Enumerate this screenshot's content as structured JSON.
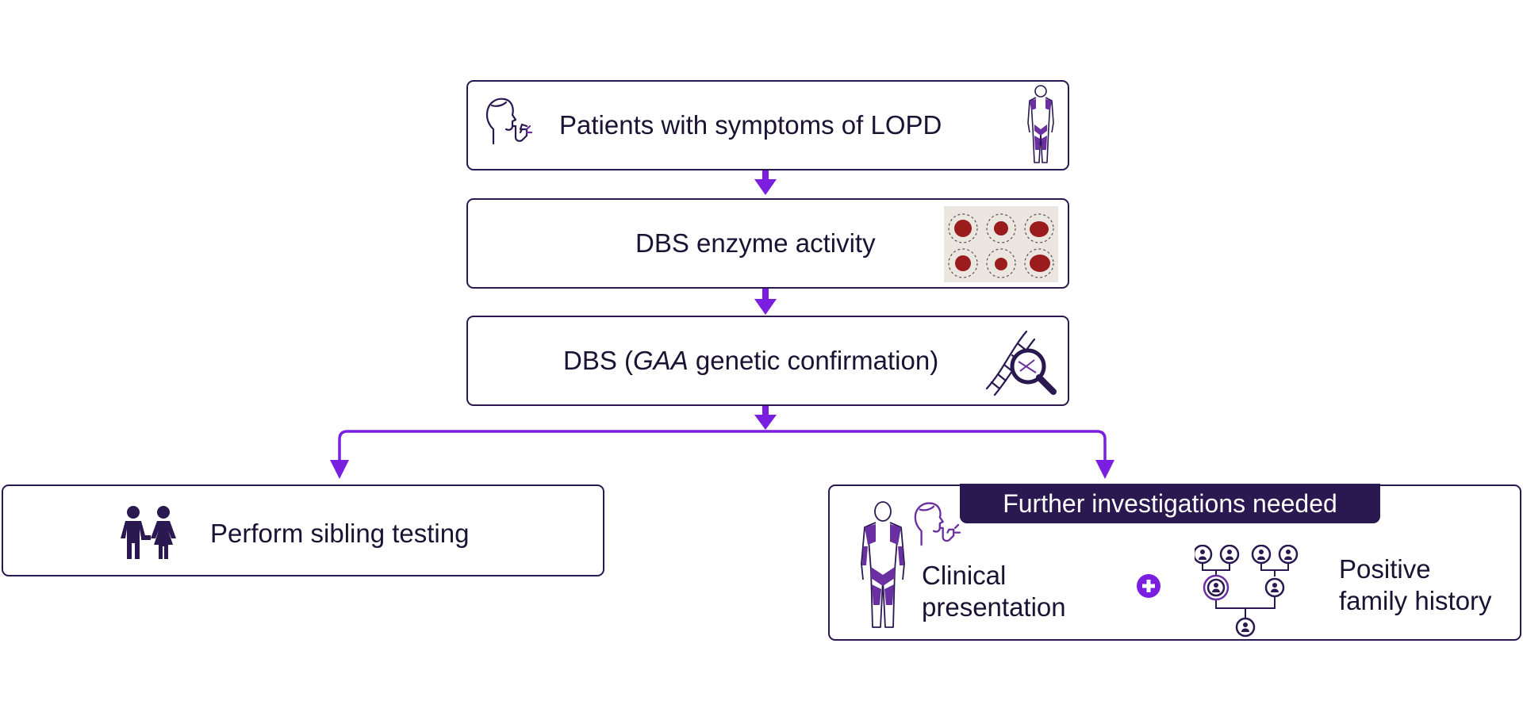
{
  "steps": {
    "symptoms": "Patients with symptoms of LOPD",
    "enzyme": "DBS enzyme activity",
    "genetic_prefix": "DBS (",
    "genetic_gene": "GAA",
    "genetic_suffix": " genetic confirmation)"
  },
  "left_branch": {
    "label": "Perform sibling testing"
  },
  "right_branch": {
    "banner": "Further investigations needed",
    "clinical_line1": "Clinical",
    "clinical_line2": "presentation",
    "family_line1": "Positive",
    "family_line2": "family history"
  },
  "icons": [
    "person-coughing-icon",
    "body-muscles-icon",
    "dried-blood-spot-card-icon",
    "dna-magnifier-icon",
    "two-children-icon",
    "plus-circle-icon",
    "family-tree-icon"
  ],
  "colors": {
    "box_border": "#2a1850",
    "arrow": "#7a1ee0",
    "banner_bg": "#2a1850",
    "icon_dark": "#2a1850",
    "icon_purple": "#6a2fa0",
    "blood_spot": "#9b1c1c"
  }
}
